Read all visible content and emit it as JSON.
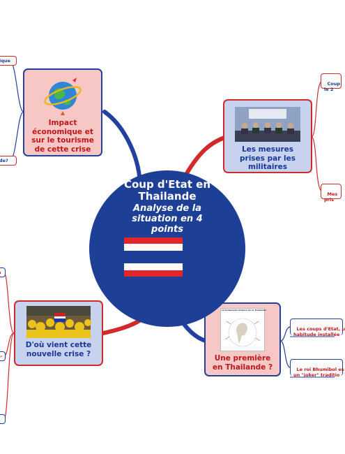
{
  "center": {
    "title": "Coup d'Etat en Thailande",
    "subtitle": "Analyse de la situation en 4 points",
    "flag_colors": [
      "#e3262e",
      "#ffffff",
      "#1e3f96",
      "#1e3f96",
      "#ffffff",
      "#e3262e"
    ]
  },
  "branches": {
    "impact": {
      "label": "Impact économique et sur le tourisme de cette crise",
      "image": "globe-icon"
    },
    "mesures": {
      "label": "Les mesures prises par les militaires",
      "image": "press-conference-photo"
    },
    "origine": {
      "label": "D'où vient cette nouvelle crise ?",
      "image": "crowd-protest-photo"
    },
    "premiere": {
      "label": "Une première en Thailande ?",
      "image": "historical-chart-thumbnail",
      "image_caption": "La turbulente histoire de la Thaïlande"
    }
  },
  "leaves": {
    "impact_1": "ique",
    "impact_2": "de?",
    "mesures_1": "Coup\nle 2",
    "mesures_2": "Mes\npris",
    "origine_1": "a",
    "origine_2": "s-",
    "origine_3": "",
    "premiere_1": "Les coups d'Etat, u\nhabitude installée",
    "premiere_2": "Le roi Bhumibol es\nun \"joker\" traditio"
  },
  "colors": {
    "red": "#d12a2a",
    "blue": "#2140a0",
    "pink_fill": "#f6c7c4",
    "blue_fill": "#c7d2ee"
  }
}
